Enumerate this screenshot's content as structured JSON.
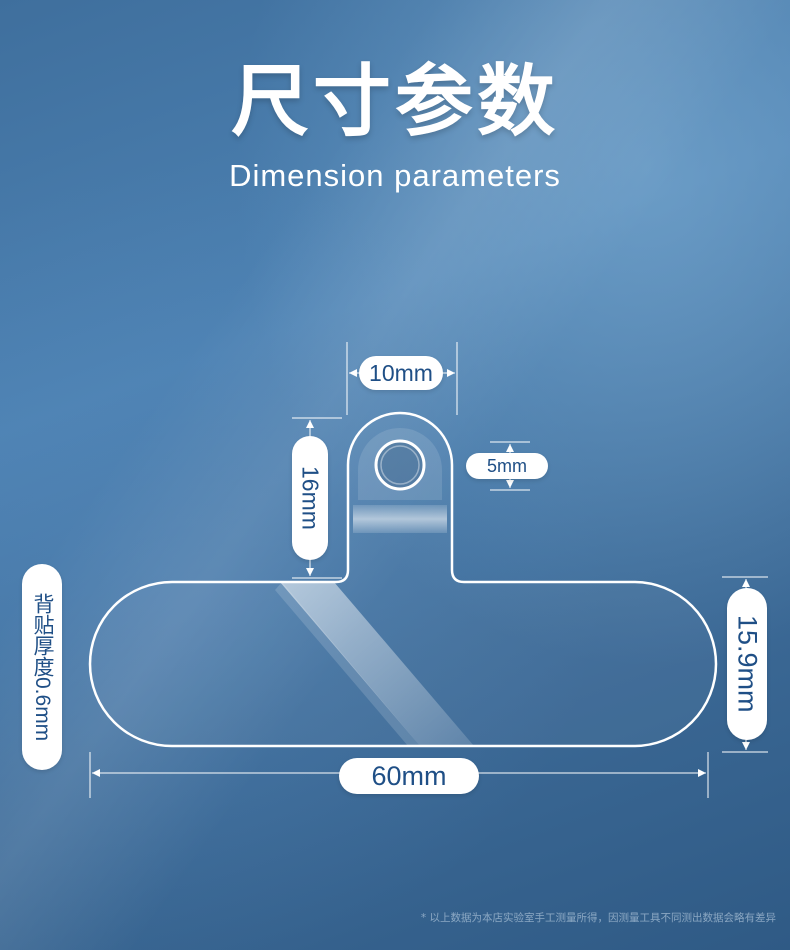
{
  "header": {
    "title_cn": "尺寸参数",
    "title_en": "Dimension parameters"
  },
  "dimensions": {
    "tab_width": "10mm",
    "hole_diameter": "5mm",
    "tab_height": "16mm",
    "body_height": "15.9mm",
    "body_width": "60mm",
    "thickness": "背贴厚度0.6mm"
  },
  "footnote": "* 以上数据为本店实验室手工测量所得，因测量工具不同测出数据会略有差异",
  "colors": {
    "label_text": "#1f4f86",
    "outline": "#ffffff"
  }
}
